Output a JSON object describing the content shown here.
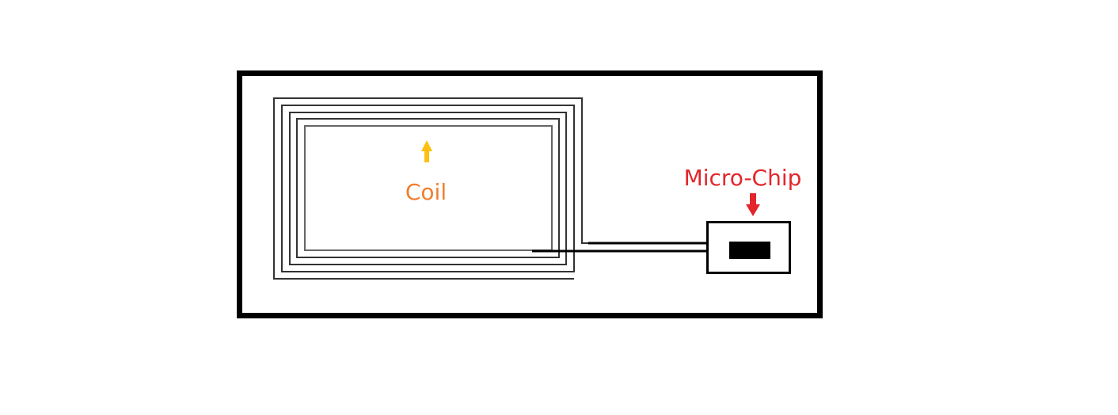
{
  "diagram": {
    "coil_label": "Coil",
    "chip_label": "Micro-Chip",
    "colors": {
      "coil_label": "#f07e2e",
      "coil_arrow": "#fdc010",
      "chip_label": "#e3262b",
      "chip_arrow": "#e3262b",
      "lines": "#000000"
    },
    "coil_turns": 5
  }
}
